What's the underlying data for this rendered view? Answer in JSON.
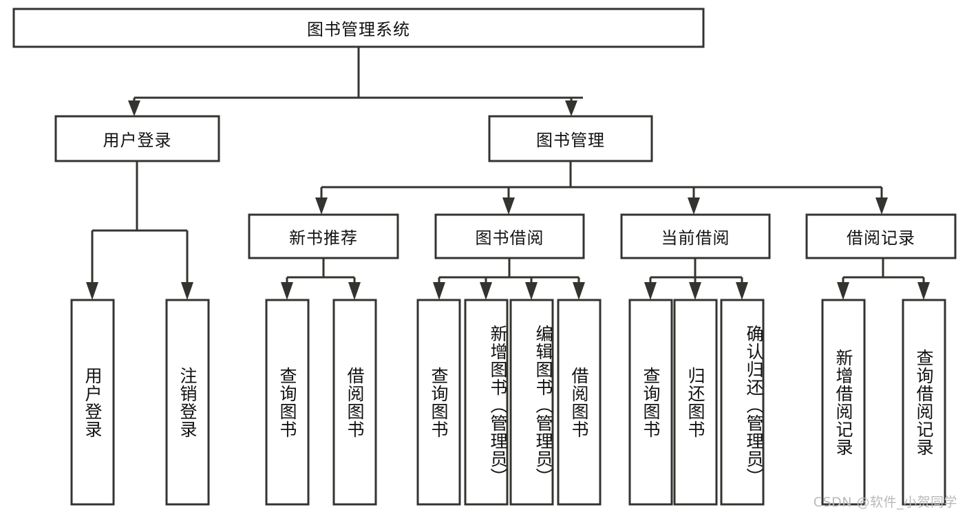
{
  "diagram": {
    "type": "tree-hierarchy-flowchart",
    "title": "图书管理系统",
    "root": {
      "id": "root",
      "label": "图书管理系统",
      "level": 1
    },
    "level2": [
      {
        "id": "user-login",
        "label": "用户登录"
      },
      {
        "id": "book-manage",
        "label": "图书管理"
      }
    ],
    "level3": [
      {
        "id": "new-book-rec",
        "label": "新书推荐",
        "parent": "book-manage"
      },
      {
        "id": "book-borrow",
        "label": "图书借阅",
        "parent": "book-manage"
      },
      {
        "id": "current-borrow",
        "label": "当前借阅",
        "parent": "book-manage"
      },
      {
        "id": "borrow-record",
        "label": "借阅记录",
        "parent": "book-manage"
      }
    ],
    "leaves": [
      {
        "id": "leaf-user-login",
        "label": "用户登录",
        "parent": "user-login"
      },
      {
        "id": "leaf-user-logout",
        "label": "注销登录",
        "parent": "user-login"
      },
      {
        "id": "leaf-query-book-1",
        "label": "查询图书",
        "parent": "new-book-rec"
      },
      {
        "id": "leaf-borrow-book-1",
        "label": "借阅图书",
        "parent": "new-book-rec"
      },
      {
        "id": "leaf-query-book-2",
        "label": "查询图书",
        "parent": "book-borrow"
      },
      {
        "id": "leaf-add-book",
        "label": "新增图书（管理员）",
        "parent": "book-borrow"
      },
      {
        "id": "leaf-edit-book",
        "label": "编辑图书（管理员）",
        "parent": "book-borrow"
      },
      {
        "id": "leaf-borrow-book-2",
        "label": "借阅图书",
        "parent": "book-borrow"
      },
      {
        "id": "leaf-query-book-3",
        "label": "查询图书",
        "parent": "current-borrow"
      },
      {
        "id": "leaf-return-book",
        "label": "归还图书",
        "parent": "current-borrow"
      },
      {
        "id": "leaf-confirm-return",
        "label": "确认归还（管理员）",
        "parent": "current-borrow"
      },
      {
        "id": "leaf-add-record",
        "label": "新增借阅记录",
        "parent": "borrow-record"
      },
      {
        "id": "leaf-query-record",
        "label": "查询借阅记录",
        "parent": "borrow-record"
      }
    ],
    "colors": {
      "box_stroke": "#33332f",
      "box_fill": "#ffffff",
      "connector": "#33332f",
      "text": "#111111",
      "background": "#ffffff",
      "watermark": "#b9b9b9"
    }
  },
  "watermark": {
    "text": "CSDN @软件_小贺同学"
  }
}
